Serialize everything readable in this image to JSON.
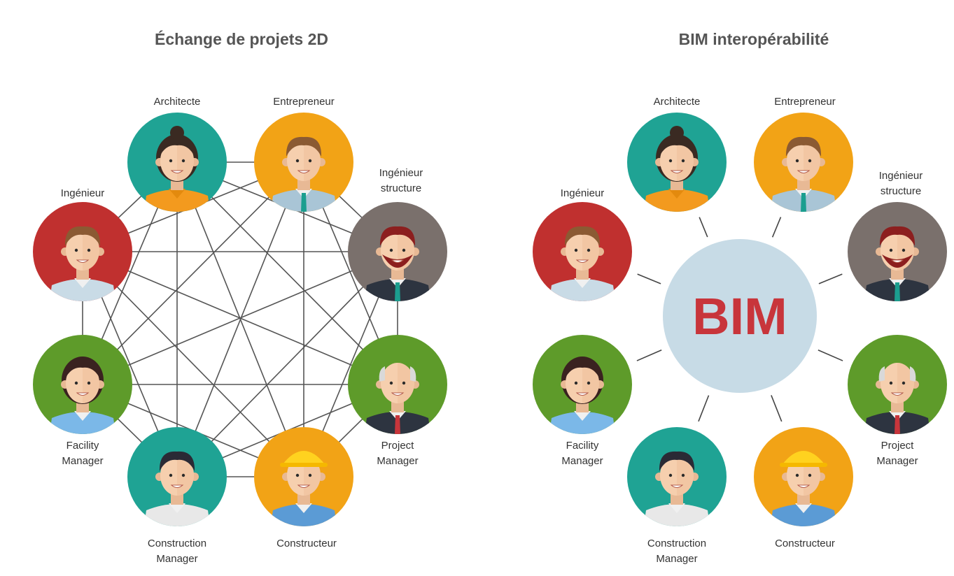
{
  "left_panel": {
    "title": "Échange de projets 2D"
  },
  "right_panel": {
    "title": "BIM interopérabilité",
    "hub_label": "BIM"
  },
  "roles": [
    {
      "id": "architecte",
      "label_lines": [
        "Architecte"
      ],
      "bg": "#1fa394",
      "shirt": "#f39a1e",
      "skin": "#f6cfae",
      "hair": "#3a2a22",
      "gender": "f",
      "hat": false
    },
    {
      "id": "entrepreneur",
      "label_lines": [
        "Entrepreneur"
      ],
      "bg": "#f2a316",
      "shirt": "#a9c5d6",
      "skin": "#f6cfae",
      "hair": "#8b5a33",
      "gender": "m",
      "tie": "#1b9e8f"
    },
    {
      "id": "ingenieur-structure",
      "label_lines": [
        "Ingénieur",
        "structure"
      ],
      "bg": "#7a706c",
      "shirt": "#2d3440",
      "skin": "#f6cfae",
      "hair": "#8c1f1f",
      "gender": "m",
      "beard": true,
      "tie": "#1b9e8f"
    },
    {
      "id": "project-manager",
      "label_lines": [
        "Project",
        "Manager"
      ],
      "bg": "#5e9b2a",
      "shirt": "#2d3440",
      "skin": "#f6cfae",
      "hair": "#d9d9d9",
      "gender": "m",
      "tie": "#c8353b",
      "bald": true
    },
    {
      "id": "constructeur",
      "label_lines": [
        "Constructeur"
      ],
      "bg": "#f2a316",
      "shirt": "#5b9bd5",
      "skin": "#f6cfae",
      "hair": "#ffd21f",
      "gender": "m",
      "hat": true
    },
    {
      "id": "construction-manager",
      "label_lines": [
        "Construction",
        "Manager"
      ],
      "bg": "#1fa394",
      "shirt": "#e8e8e8",
      "skin": "#f6cfae",
      "hair": "#2a2a35",
      "gender": "m"
    },
    {
      "id": "facility-manager",
      "label_lines": [
        "Facility",
        "Manager"
      ],
      "bg": "#5e9b2a",
      "shirt": "#7bb8e8",
      "skin": "#f6cfae",
      "hair": "#3a2220",
      "gender": "f"
    },
    {
      "id": "ingenieur",
      "label_lines": [
        "Ingénieur"
      ],
      "bg": "#c0302f",
      "shirt": "#c9dbe6",
      "skin": "#f6cfae",
      "hair": "#8b5a33",
      "gender": "m"
    }
  ],
  "colors": {
    "hub_fill": "#c7dbe6",
    "hub_text": "#c8353b",
    "line": "#555555"
  }
}
